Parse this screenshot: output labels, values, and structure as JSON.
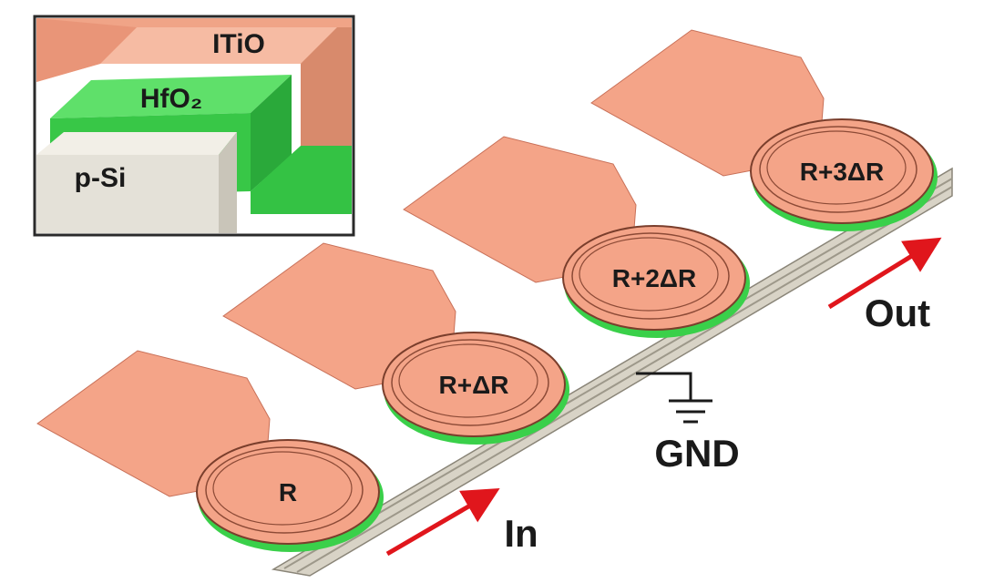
{
  "inset": {
    "layers": [
      {
        "label": "ITiO",
        "color": "#e9967a"
      },
      {
        "label": "HfO₂",
        "color": "#3ad04a"
      },
      {
        "label": "p-Si",
        "color": "#e4e1d8"
      }
    ]
  },
  "rings": [
    {
      "label": "R"
    },
    {
      "label": "R+ΔR"
    },
    {
      "label": "R+2ΔR"
    },
    {
      "label": "R+3ΔR"
    }
  ],
  "labels": {
    "input": "In",
    "output": "Out",
    "ground": "GND"
  },
  "colors": {
    "pad": "#f4a488",
    "pad_edge": "#c87058",
    "green": "#3ad04a",
    "waveguide": "#d8d3c6",
    "arrow": "#e0161c"
  }
}
